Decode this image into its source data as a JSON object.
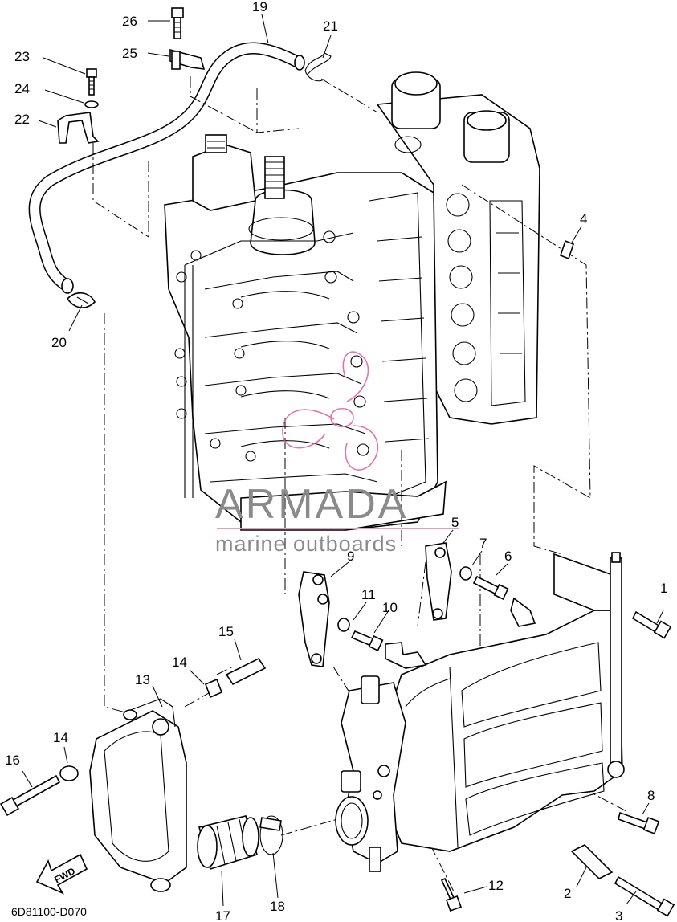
{
  "diagram": {
    "drawing_code": "6D81100-D070",
    "watermark": {
      "name": "ARMADA",
      "tagline": "marine outboards",
      "logo_color": "#e05a9a"
    },
    "direction_label": "FWD",
    "callouts": [
      "1",
      "2",
      "3",
      "4",
      "5",
      "6",
      "7",
      "8",
      "9",
      "10",
      "11",
      "12",
      "13",
      "14",
      "14",
      "15",
      "16",
      "17",
      "18",
      "19",
      "20",
      "21",
      "22",
      "23",
      "24",
      "25",
      "26"
    ]
  }
}
